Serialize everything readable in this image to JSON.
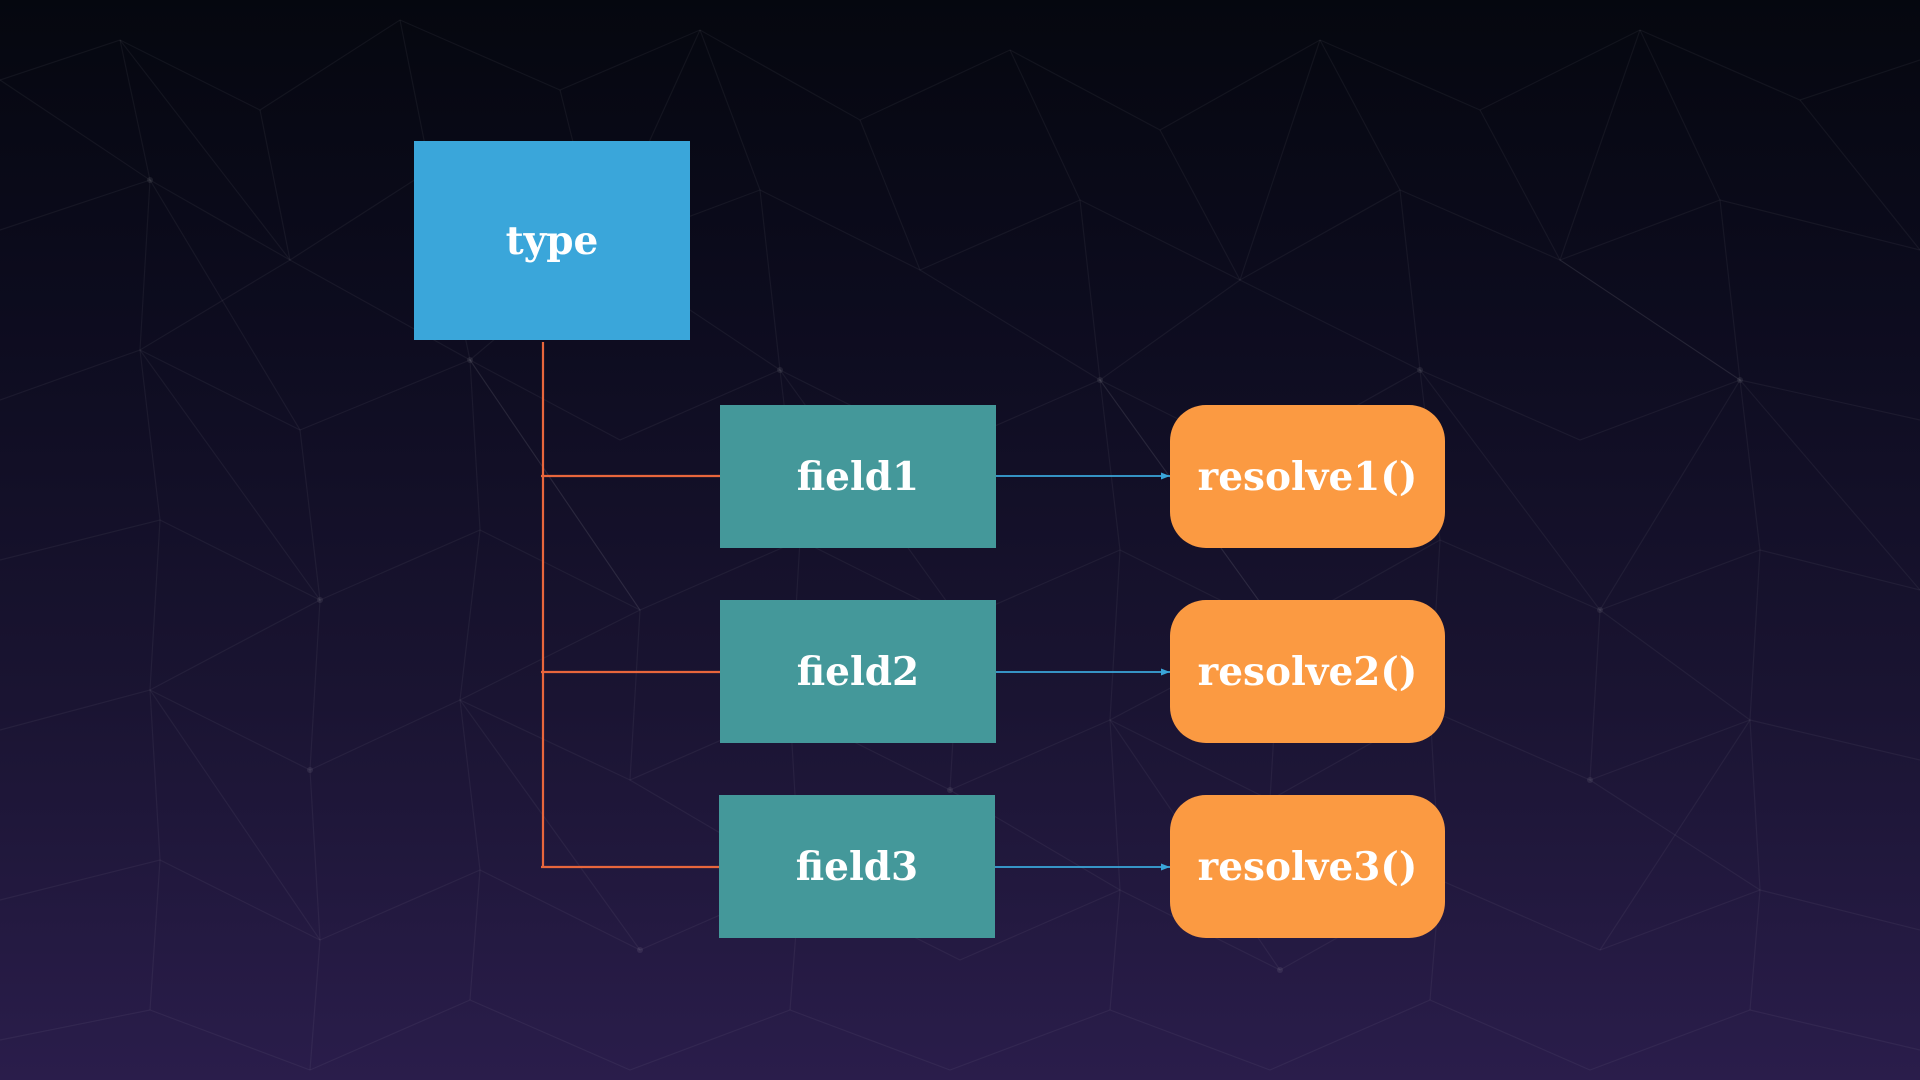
{
  "diagram": {
    "type_node": {
      "label": "type"
    },
    "fields": [
      {
        "label": "field1"
      },
      {
        "label": "field2"
      },
      {
        "label": "field3"
      }
    ],
    "resolvers": [
      {
        "label": "resolve1()"
      },
      {
        "label": "resolve2()"
      },
      {
        "label": "resolve3()"
      }
    ],
    "colors": {
      "type_box": "#3aa6da",
      "field_box": "#44989a",
      "resolver_box": "#fb9a42",
      "tree_connector": "#e8663c",
      "arrow_connector": "#3aa6da"
    }
  }
}
